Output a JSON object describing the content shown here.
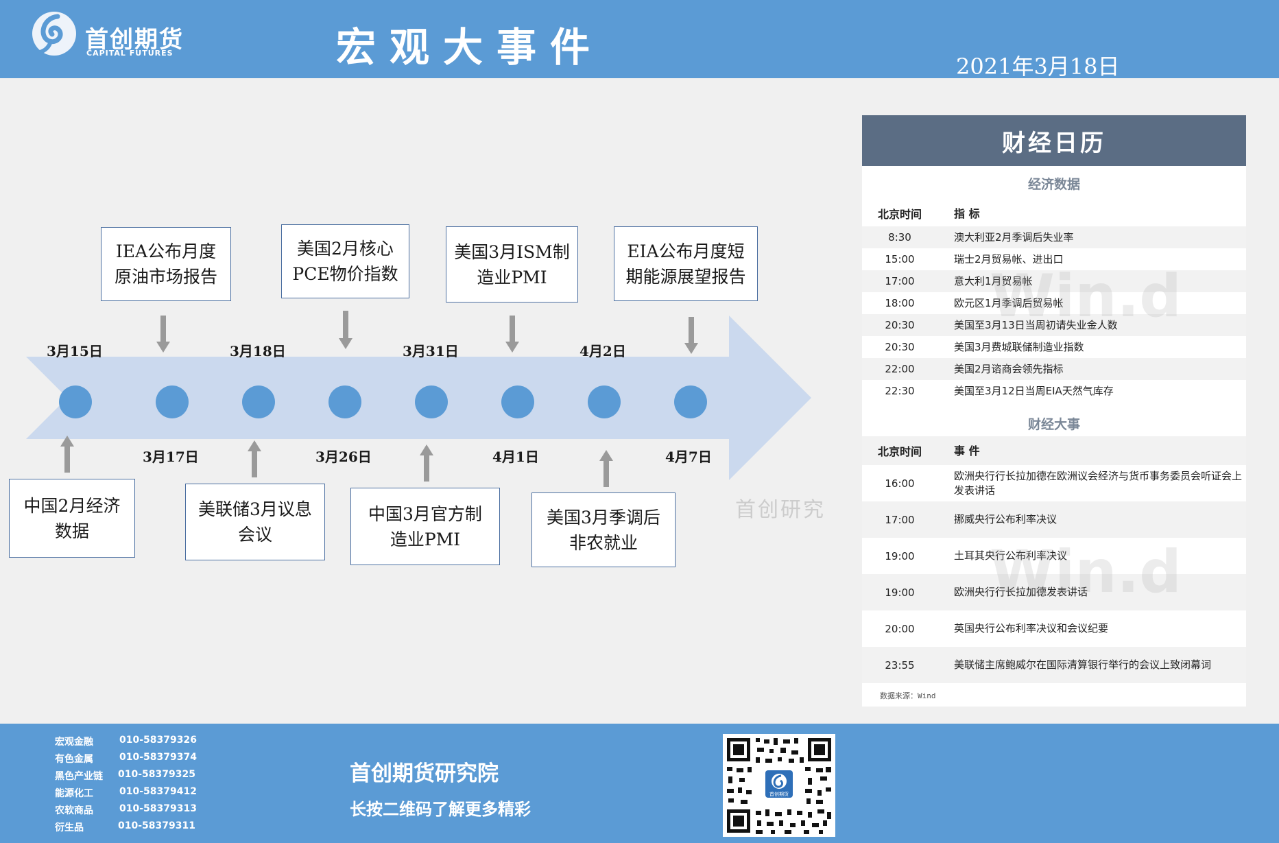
{
  "header": {
    "logo_cn": "首创期货",
    "logo_en": "CAPITAL FUTURES",
    "title": "宏观大事件",
    "date": "2021年3月18日"
  },
  "timeline": {
    "dates": [
      "3月15日",
      "3月17日",
      "3月18日",
      "3月26日",
      "3月31日",
      "4月1日",
      "4月2日",
      "4月7日"
    ],
    "events_top": [
      {
        "line1": "IEA公布月度",
        "line2": "原油市场报告"
      },
      {
        "line1": "美国2月核心",
        "line2": "PCE物价指数"
      },
      {
        "line1": "美国3月ISM制",
        "line2": "造业PMI"
      },
      {
        "line1": "EIA公布月度短",
        "line2": "期能源展望报告"
      }
    ],
    "events_bottom": [
      {
        "line1": "中国2月经济",
        "line2": "数据"
      },
      {
        "line1": "美联储3月议息",
        "line2": "会议"
      },
      {
        "line1": "中国3月官方制",
        "line2": "造业PMI"
      },
      {
        "line1": "美国3月季调后",
        "line2": "非农就业"
      }
    ],
    "watermark": "首创研究"
  },
  "calendar": {
    "title": "财经日历",
    "econ_title": "经济数据",
    "econ_header": {
      "time": "北京时间",
      "item": "指  标"
    },
    "econ_rows": [
      {
        "time": "8:30",
        "item": "澳大利亚2月季调后失业率"
      },
      {
        "time": "15:00",
        "item": "瑞士2月贸易帐、进出口"
      },
      {
        "time": "17:00",
        "item": "意大利1月贸易帐"
      },
      {
        "time": "18:00",
        "item": "欧元区1月季调后贸易帐"
      },
      {
        "time": "20:30",
        "item": "美国至3月13日当周初请失业金人数"
      },
      {
        "time": "20:30",
        "item": "美国3月费城联储制造业指数"
      },
      {
        "time": "22:00",
        "item": "美国2月谘商会领先指标"
      },
      {
        "time": "22:30",
        "item": "美国至3月12日当周EIA天然气库存"
      }
    ],
    "events_title": "财经大事",
    "events_header": {
      "time": "北京时间",
      "item": "事  件"
    },
    "event_rows": [
      {
        "time": "16:00",
        "item": "欧洲央行行长拉加德在欧洲议会经济与货币事务委员会听证会上发表讲话"
      },
      {
        "time": "17:00",
        "item": "挪威央行公布利率决议"
      },
      {
        "time": "19:00",
        "item": "土耳其央行公布利率决议"
      },
      {
        "time": "19:00",
        "item": "欧洲央行行长拉加德发表讲话"
      },
      {
        "time": "20:00",
        "item": "英国央行公布利率决议和会议纪要"
      },
      {
        "time": "23:55",
        "item": "美联储主席鲍威尔在国际清算银行举行的会议上致闭幕词"
      }
    ],
    "source": "数据来源：Wind",
    "watermark": "Win.d"
  },
  "footer": {
    "contacts": [
      {
        "dept": "宏观金融",
        "phone": "010-58379326"
      },
      {
        "dept": "有色金属",
        "phone": "010-58379374"
      },
      {
        "dept": "黑色产业链",
        "phone": "010-58379325"
      },
      {
        "dept": "能源化工",
        "phone": "010-58379412"
      },
      {
        "dept": "农软商品",
        "phone": "010-58379313"
      },
      {
        "dept": "衍生品",
        "phone": "010-58379311"
      }
    ],
    "org": "首创期货研究院",
    "slogan": "长按二维码了解更多精彩",
    "qr_label": "首创期货"
  }
}
